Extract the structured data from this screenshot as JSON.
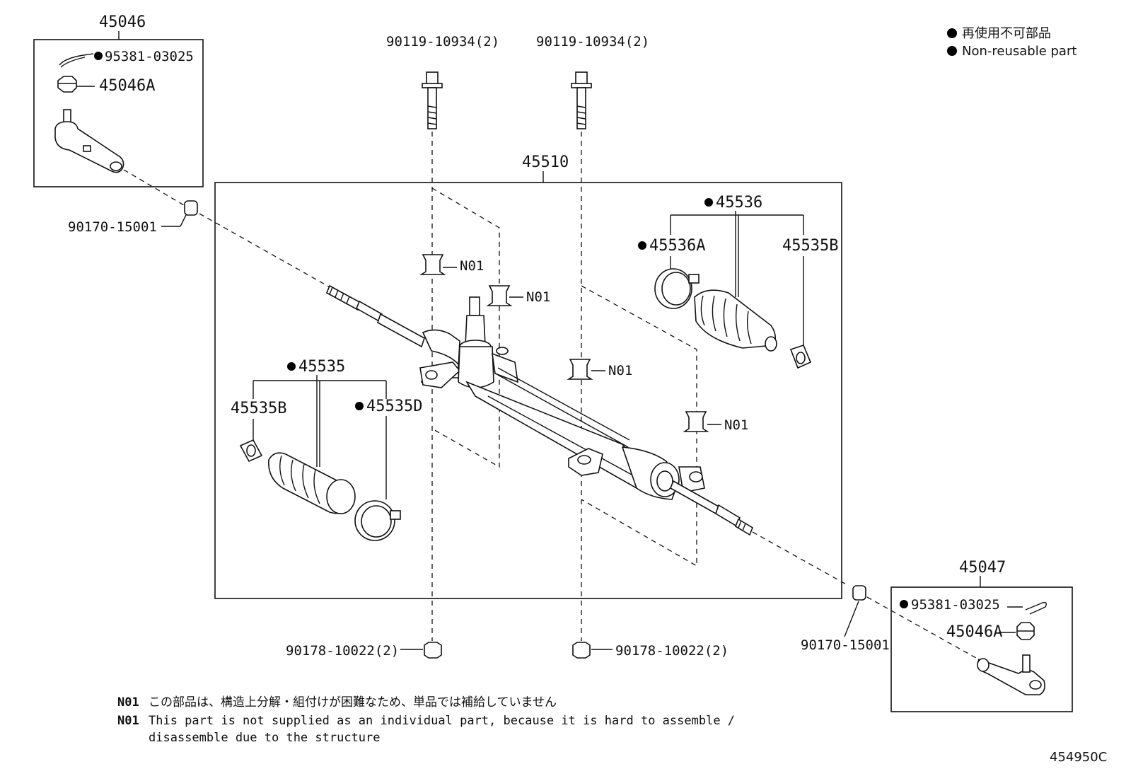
{
  "legend": {
    "jp": "再使用不可部品",
    "en": "Non-reusable part",
    "dot_color": "#000000"
  },
  "diagram_code": "454950C",
  "labels": {
    "tie_rod_end_lh": "45046",
    "cotter_pin_lh": "95381-03025",
    "nut_lh": "45046A",
    "boot_clip_lh": "90170-15001",
    "bolt_a": "90119-10934(2)",
    "bolt_b": "90119-10934(2)",
    "gear_assy": "45510",
    "boot_set_rh": "45536",
    "clamp_rh": "45536A",
    "clip_rh": "45535B",
    "boot_set_lh": "45535",
    "clip_lh": "45535B",
    "clamp_lh": "45535D",
    "bushing_1": "N01",
    "bushing_2": "N01",
    "bushing_3": "N01",
    "bushing_4": "N01",
    "nut_a": "90178-10022(2)",
    "nut_b": "90178-10022(2)",
    "boot_clip_rh": "90170-15001",
    "tie_rod_end_rh": "45047",
    "cotter_pin_rh": "95381-03025",
    "nut_rh": "45046A"
  },
  "notes": {
    "code": "N01",
    "jp": "この部品は、構造上分解・組付けが困難なため、単品では補給していません",
    "en_line1": "This part is not supplied as an individual part, because it is hard to assemble /",
    "en_line2": "disassemble due to the structure"
  }
}
